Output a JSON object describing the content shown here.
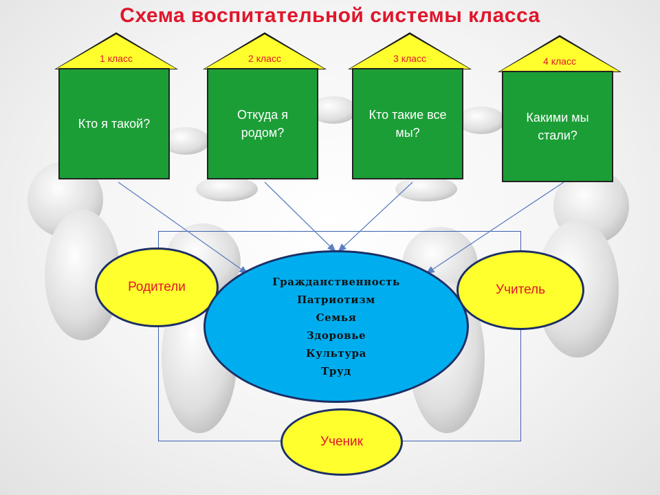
{
  "title": "Схема воспитательной системы класса",
  "houses": [
    {
      "grade": "1 класс",
      "question": "Кто я такой?"
    },
    {
      "grade": "2  класс",
      "question": "Откуда я родом?"
    },
    {
      "grade": "3  класс",
      "question": "Кто такие все мы?"
    },
    {
      "grade": "4  класс",
      "question": "Какими мы стали?"
    }
  ],
  "center": {
    "values": [
      "Гражданственность",
      "Патриотизм",
      "Семья",
      "Здоровье",
      "Культура",
      "Труд"
    ]
  },
  "participants": {
    "parents": "Родители",
    "teacher": "Учитель",
    "student": "Ученик"
  },
  "colors": {
    "title": "#e0162b",
    "house_body": "#1c9e37",
    "roof": "#ffff2d",
    "center_fill": "#00aeef",
    "participant_fill": "#ffff2d"
  }
}
